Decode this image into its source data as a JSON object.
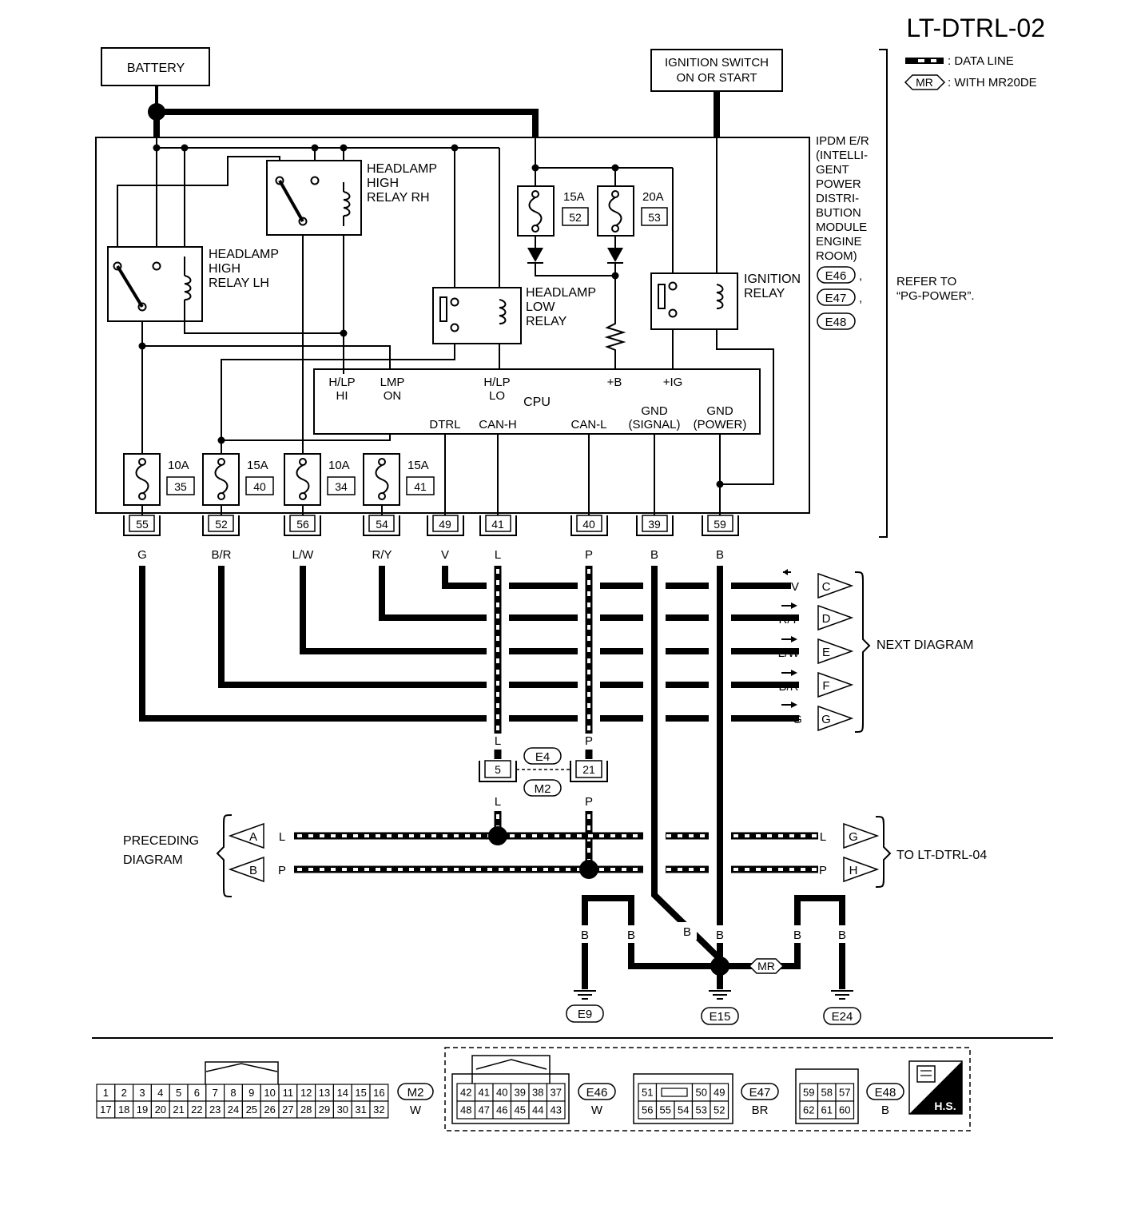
{
  "title": "LT-DTRL-02",
  "legend": {
    "data_line": ": DATA LINE",
    "mr_tag": "MR",
    "mr_text": ": WITH MR20DE"
  },
  "battery": "BATTERY",
  "ignition_switch": [
    "IGNITION SWITCH",
    "ON OR START"
  ],
  "ipdm_label": [
    "IPDM E/R",
    "(INTELLI-",
    "GENT",
    "POWER",
    "DISTRI-",
    "BUTION",
    "MODULE",
    "ENGINE",
    "ROOM)"
  ],
  "ipdm_connectors": [
    "E46",
    "E47",
    "E48"
  ],
  "refer_to": [
    "REFER TO",
    "“PG-POWER”."
  ],
  "relays": {
    "high_rh": [
      "HEADLAMP",
      "HIGH",
      "RELAY RH"
    ],
    "high_lh": [
      "HEADLAMP",
      "HIGH",
      "RELAY LH"
    ],
    "low": [
      "HEADLAMP",
      "LOW",
      "RELAY"
    ],
    "ignition": [
      "IGNITION",
      "RELAY"
    ]
  },
  "top_fuses": [
    {
      "amp": "15A",
      "num": "52"
    },
    {
      "amp": "20A",
      "num": "53"
    }
  ],
  "cpu": {
    "label": "CPU",
    "hlp_hi": [
      "H/LP",
      "HI"
    ],
    "lmp_on": [
      "LMP",
      "ON"
    ],
    "hlp_lo": [
      "H/LP",
      "LO"
    ],
    "plus_b": "+B",
    "plus_ig": "+IG",
    "dtrl": "DTRL",
    "can_h": "CAN-H",
    "can_l": "CAN-L",
    "gnd_signal": [
      "GND",
      "(SIGNAL)"
    ],
    "gnd_power": [
      "GND",
      "(POWER)"
    ]
  },
  "bottom_fuses": [
    {
      "amp": "10A",
      "num": "35"
    },
    {
      "amp": "15A",
      "num": "40"
    },
    {
      "amp": "10A",
      "num": "34"
    },
    {
      "amp": "15A",
      "num": "41"
    }
  ],
  "terminals": [
    "55",
    "52",
    "56",
    "54",
    "49",
    "41",
    "40",
    "39",
    "59"
  ],
  "wire_colors": [
    "G",
    "B/R",
    "L/W",
    "R/Y",
    "V",
    "L",
    "P",
    "B",
    "B"
  ],
  "next_diagram": {
    "label": "NEXT DIAGRAM",
    "rows": [
      {
        "color": "V",
        "letter": "C"
      },
      {
        "color": "R/Y",
        "letter": "D"
      },
      {
        "color": "L/W",
        "letter": "E"
      },
      {
        "color": "B/R",
        "letter": "F"
      },
      {
        "color": "G",
        "letter": "G"
      }
    ]
  },
  "joint": {
    "upper_colors": [
      "L",
      "P"
    ],
    "pins": [
      "5",
      "21"
    ],
    "connectors": [
      "E4",
      "M2"
    ],
    "lower_colors": [
      "L",
      "P"
    ]
  },
  "preceding": {
    "label": [
      "PRECEDING",
      "DIAGRAM"
    ],
    "rows": [
      {
        "letter": "A",
        "color": "L"
      },
      {
        "letter": "B",
        "color": "P"
      }
    ]
  },
  "to_next": {
    "label": "TO LT-DTRL-04",
    "rows": [
      {
        "color": "L",
        "letter": "G"
      },
      {
        "color": "P",
        "letter": "H"
      }
    ]
  },
  "ground_colors": [
    "B",
    "B",
    "B",
    "B",
    "B",
    "B"
  ],
  "mr_splice": "MR",
  "grounds": [
    "E9",
    "E15",
    "E24"
  ],
  "connector_views": {
    "m2": {
      "id": "M2",
      "color": "W",
      "row1": [
        "1",
        "2",
        "3",
        "4",
        "5",
        "6",
        "7",
        "8",
        "9",
        "10",
        "11",
        "12",
        "13",
        "14",
        "15",
        "16"
      ],
      "row2": [
        "17",
        "18",
        "19",
        "20",
        "21",
        "22",
        "23",
        "24",
        "25",
        "26",
        "27",
        "28",
        "29",
        "30",
        "31",
        "32"
      ]
    },
    "e46": {
      "id": "E46",
      "color": "W",
      "row1": [
        "42",
        "41",
        "40",
        "39",
        "38",
        "37"
      ],
      "row2": [
        "48",
        "47",
        "46",
        "45",
        "44",
        "43"
      ]
    },
    "e47": {
      "id": "E47",
      "color": "BR",
      "row1": [
        "51",
        "50",
        "49"
      ],
      "row2": [
        "56",
        "55",
        "54",
        "53",
        "52"
      ]
    },
    "e48": {
      "id": "E48",
      "color": "B",
      "row1": [
        "59",
        "58",
        "57"
      ],
      "row2": [
        "62",
        "61",
        "60"
      ]
    },
    "hs_logo": "H.S."
  }
}
